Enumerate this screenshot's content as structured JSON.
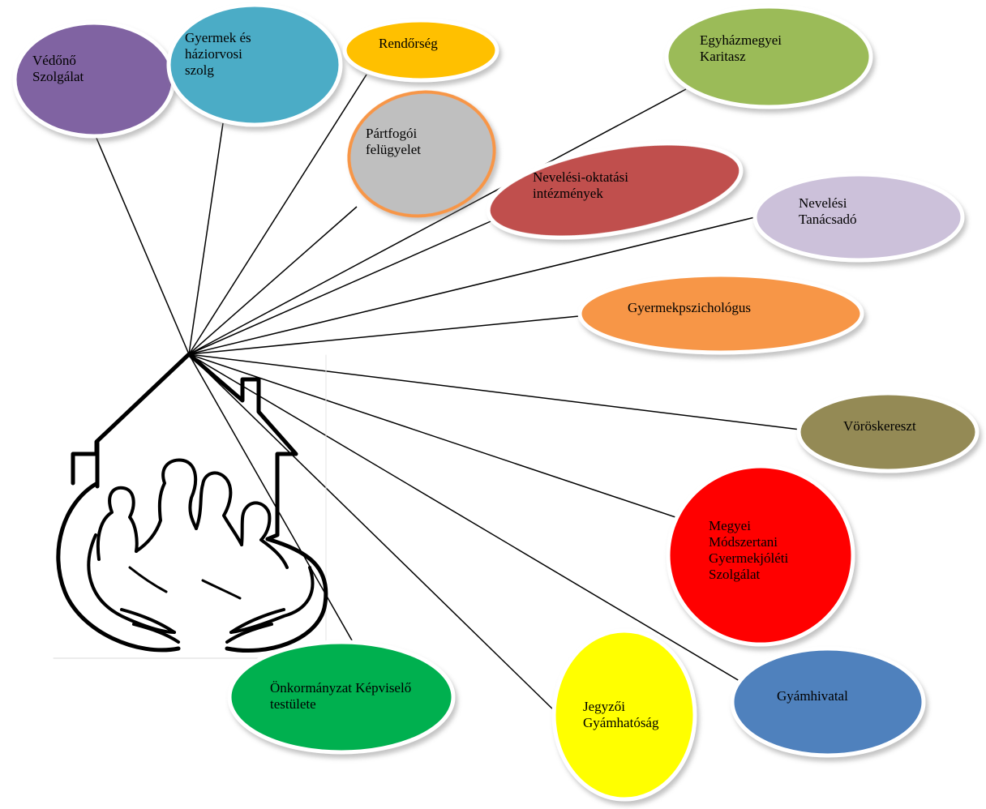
{
  "nodes": [
    {
      "id": "vedono",
      "lines": [
        "Védőnő",
        "Szolgálat"
      ],
      "color": "#8064A2"
    },
    {
      "id": "gyermek-haziorvosi",
      "lines": [
        "Gyermek és",
        "háziorvosi",
        "szolg"
      ],
      "color": "#4BACC6"
    },
    {
      "id": "rendorseg",
      "lines": [
        "Rendőrség"
      ],
      "color": "#FFC000"
    },
    {
      "id": "partfogoi",
      "lines": [
        "Pártfogói",
        "felügyelet"
      ],
      "color": "#BFBFBF",
      "outline": "#F79646"
    },
    {
      "id": "egyhazmegyei",
      "lines": [
        "Egyházmegyei",
        "Karitasz"
      ],
      "color": "#9BBB59"
    },
    {
      "id": "nevelesi-oktatasi",
      "lines": [
        "Nevelési-oktatási",
        "intézmények"
      ],
      "color": "#C0504D"
    },
    {
      "id": "nevelesi-tanacsado",
      "lines": [
        "Nevelési",
        "Tanácsadó"
      ],
      "color": "#CCC1DA"
    },
    {
      "id": "gyermekpszichologus",
      "lines": [
        "Gyermekpszichológus"
      ],
      "color": "#F79646"
    },
    {
      "id": "voroskereszt",
      "lines": [
        "Vöröskereszt"
      ],
      "color": "#948A54"
    },
    {
      "id": "megyei",
      "lines": [
        "Megyei",
        "Módszertani",
        "Gyermekjóléti",
        "Szolgálat"
      ],
      "color": "#FF0000"
    },
    {
      "id": "gyamhivatal",
      "lines": [
        "Gyámhivatal"
      ],
      "color": "#4F81BD"
    },
    {
      "id": "jegyzoi",
      "lines": [
        "Jegyzői",
        "Gyámhatóság"
      ],
      "color": "#FFFF00"
    },
    {
      "id": "onkormanyzat",
      "lines": [
        "Önkormányzat Képviselő",
        "testülete"
      ],
      "color": "#00B050"
    }
  ],
  "hub": {
    "icon": "family-house-icon"
  }
}
